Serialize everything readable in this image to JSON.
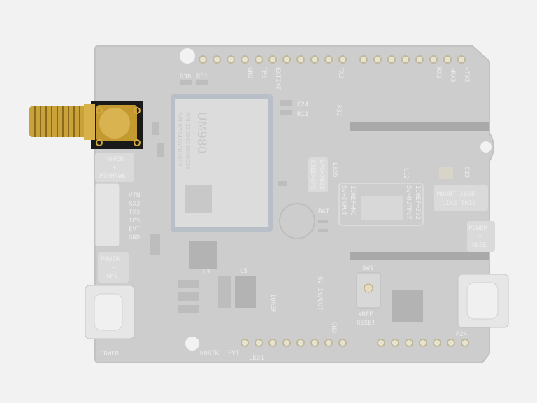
{
  "module": {
    "name": "UM980",
    "pn": "P/N:2310415000001",
    "sn": "S/N:B72426008002"
  },
  "labels": {
    "power_pixhawk": [
      "POWER",
      "+",
      "PIXHAWK"
    ],
    "power_gps": [
      "POWER",
      "+",
      "GPS"
    ],
    "power_xbee": [
      "POWER",
      "+",
      "XBEE"
    ],
    "mount_xbee": [
      "MOUNT XBEE",
      "LIKE THIS"
    ],
    "xbee_reset": [
      "XBEE",
      "RESET"
    ],
    "top_pins": [
      "GND",
      "TPS",
      "EXTINT",
      "TX2",
      "RX2",
      ">RX3",
      "<TX3"
    ],
    "connector_pins": [
      "VIN",
      "RX3",
      "TX3",
      "TPS",
      "EVT",
      "GND"
    ],
    "gps_xbee": [
      "GPS>XBEE",
      "XBEE>GPS"
    ],
    "ioref": [
      "IOREF=3V3",
      "5V=OUTPUT",
      "IOREF=NC",
      "5V=INPUT"
    ],
    "bat": "BAT",
    "five_v": "5V IN/OUT",
    "ioref_led": "IOREF",
    "gnd": "GND",
    "norm_led": "NORTK",
    "pvt": "PVT",
    "power_led": "POWER",
    "refs": [
      "R30",
      "R31",
      "C24",
      "R12",
      "R32",
      "U2",
      "U5",
      "U12",
      "SW1",
      "LED1",
      "LED5",
      "C23",
      "R24"
    ]
  },
  "colors": {
    "background": "#f2f2f2",
    "board": "#cdcdcd",
    "gold": "#c9a23a"
  }
}
